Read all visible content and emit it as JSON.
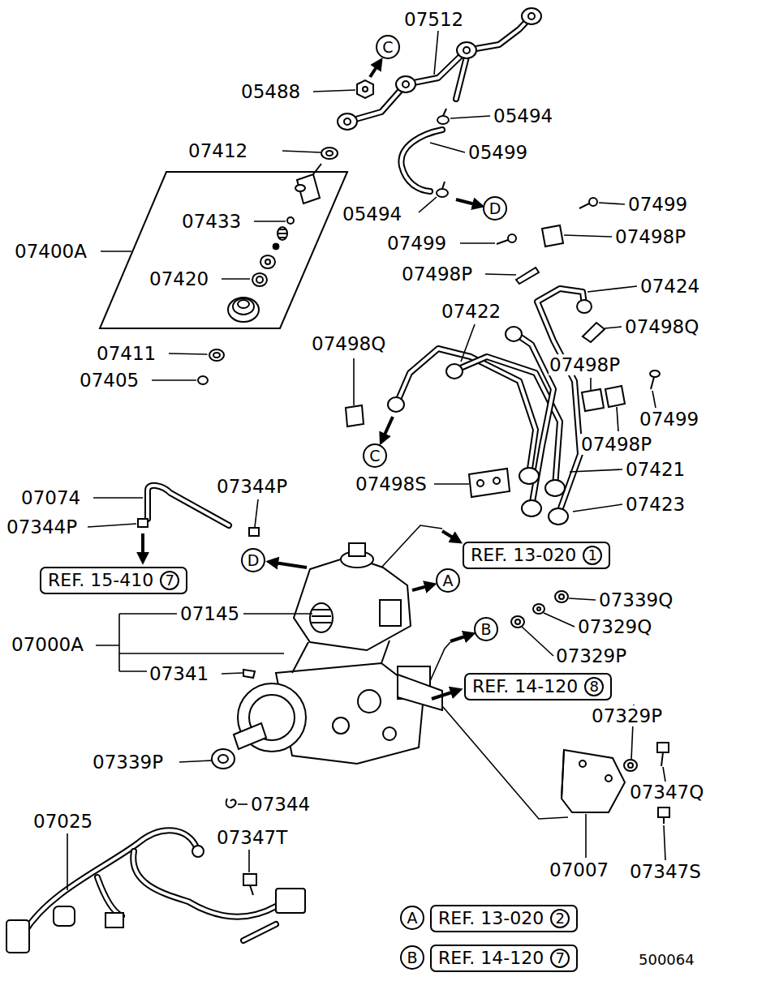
{
  "diagram": {
    "nodes": [
      {
        "text": [
          "C"
        ]
      },
      {
        "text": [
          "D"
        ]
      },
      {
        "text": [
          "C"
        ]
      },
      {
        "text": [
          "REF. 13-020",
          "1"
        ]
      },
      {
        "text": [
          "D"
        ]
      },
      {
        "text": [
          "REF. 15-410",
          "7"
        ]
      },
      {
        "text": [
          "A"
        ]
      },
      {
        "text": [
          "B"
        ]
      },
      {
        "text": [
          "REF. 14-120",
          "8"
        ]
      },
      {
        "text": [
          "A"
        ]
      },
      {
        "text": [
          "REF. 13-020",
          "2"
        ]
      },
      {
        "text": [
          "B"
        ]
      },
      {
        "text": [
          "REF. 14-120",
          "7"
        ]
      }
    ],
    "labels": [
      "07512",
      "05488",
      "05494",
      "07412",
      "05499",
      "07433",
      "07400A",
      "05494",
      "07499",
      "07499",
      "07498P",
      "07420",
      "07498P",
      "07424",
      "07422",
      "07411",
      "07498Q",
      "07498Q",
      "07405",
      "07498P",
      "07499",
      "07498P",
      "07498S",
      "07421",
      "07074",
      "07344P",
      "07423",
      "07344P",
      "07145",
      "07339Q",
      "07000A",
      "07329Q",
      "07329P",
      "07341",
      "07329P",
      "07339P",
      "07347Q",
      "07344",
      "07025",
      "07347T",
      "07007",
      "07347S",
      "500064"
    ]
  }
}
